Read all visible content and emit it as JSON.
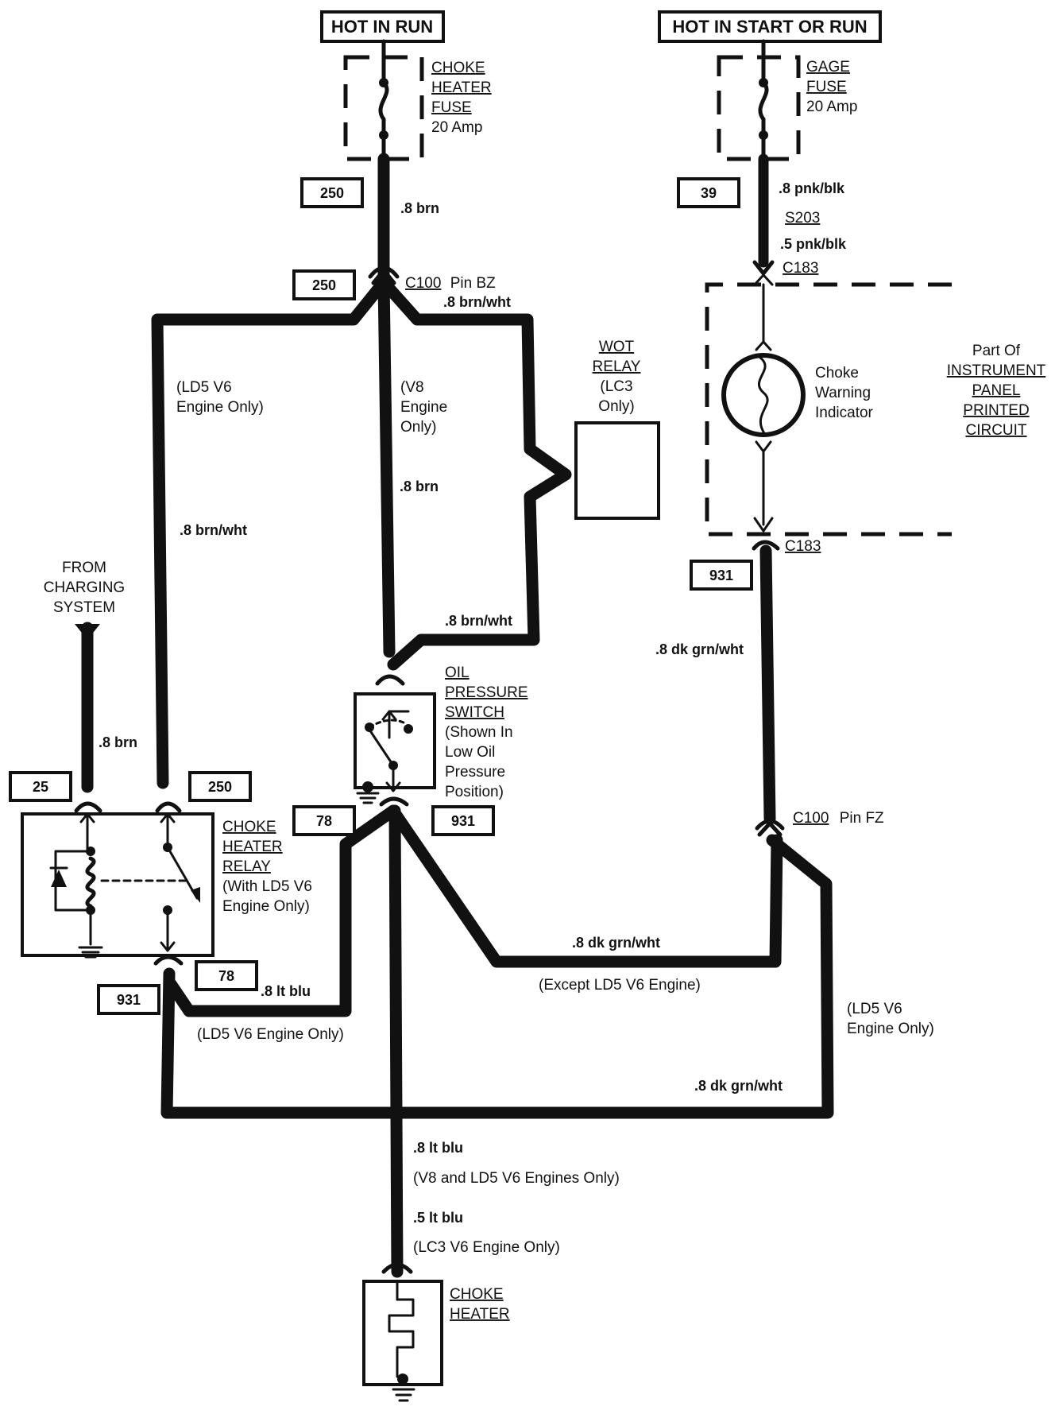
{
  "headers": {
    "hot_in_run": "HOT IN RUN",
    "hot_in_start_or_run": "HOT IN START OR RUN"
  },
  "fuses": {
    "choke_heater": [
      "CHOKE",
      "HEATER",
      "FUSE",
      "20 Amp"
    ],
    "gage": [
      "GAGE",
      "FUSE",
      "20 Amp"
    ]
  },
  "circuit_numbers": {
    "c250_top": "250",
    "c250_mid": "250",
    "c39": "39",
    "c931_right": "931",
    "c25": "25",
    "c250_relay": "250",
    "c78_mid": "78",
    "c931_mid": "931",
    "c931_relay": "931",
    "c78_relay": "78"
  },
  "wires": {
    "brn_top": ".8 brn",
    "brn_wht_top": ".8 brn/wht",
    "pnk_blk_8": ".8 pnk/blk",
    "s203": "S203",
    "pnk_blk_5": ".5 pnk/blk",
    "brn_v8": ".8 brn",
    "brn_wht_left": ".8 brn/wht",
    "brn_wht_lower": ".8 brn/wht",
    "dk_grn_wht_right": ".8 dk grn/wht",
    "brn_charging": ".8 brn",
    "dk_grn_wht_mid": ".8 dk grn/wht",
    "lt_blu_relay": ".8 lt blu",
    "dk_grn_wht_bottom": ".8 dk grn/wht",
    "lt_blu_8": ".8 lt blu",
    "lt_blu_5": ".5 lt blu"
  },
  "connectors": {
    "c100_bz": [
      "C100",
      "Pin BZ"
    ],
    "c183_top": "C183",
    "c183_bottom": "C183",
    "c100_fz": [
      "C100",
      "Pin FZ"
    ]
  },
  "notes": {
    "ld5_only_left": [
      "(LD5 V6",
      "Engine Only)"
    ],
    "v8_only": [
      "(V8",
      "Engine",
      "Only)"
    ],
    "ld5_only_relay": "(LD5 V6 Engine Only)",
    "except_ld5": "(Except LD5 V6 Engine)",
    "ld5_only_right": [
      "(LD5 V6",
      "Engine Only)"
    ],
    "v8_ld5": "(V8 and LD5 V6 Engines Only)",
    "lc3_only": "(LC3 V6 Engine Only)"
  },
  "components": {
    "wot_relay": [
      "WOT",
      "RELAY",
      "(LC3",
      "Only)"
    ],
    "choke_warning": [
      "Choke",
      "Warning",
      "Indicator"
    ],
    "instrument_panel": [
      "Part Of",
      "INSTRUMENT",
      "PANEL",
      "PRINTED",
      "CIRCUIT"
    ],
    "from_charging": [
      "FROM",
      "CHARGING",
      "SYSTEM"
    ],
    "oil_pressure_switch": [
      "OIL",
      "PRESSURE",
      "SWITCH",
      "(Shown In",
      "Low Oil",
      "Pressure",
      "Position)"
    ],
    "choke_heater_relay": [
      "CHOKE",
      "HEATER",
      "RELAY",
      "(With LD5 V6",
      "Engine Only)"
    ],
    "choke_heater": [
      "CHOKE",
      "HEATER"
    ]
  }
}
